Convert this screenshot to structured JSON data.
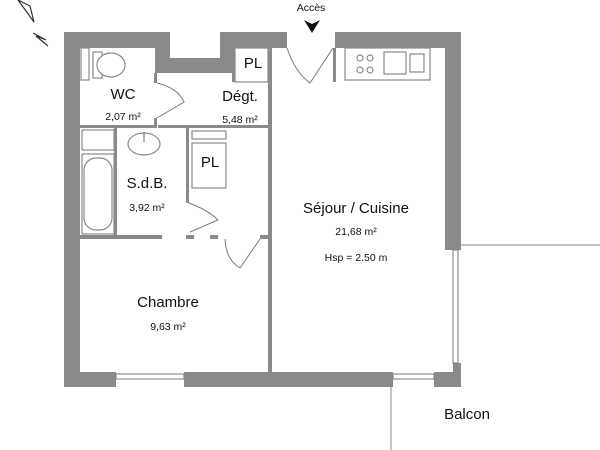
{
  "plan": {
    "access_label": "Accès",
    "north_label": "N",
    "rooms": [
      {
        "name": "WC",
        "area": "2,07 m²"
      },
      {
        "name": "Dégt.",
        "area": "5,48 m²"
      },
      {
        "name": "S.d.B.",
        "area": "3,92 m²"
      },
      {
        "name": "Chambre",
        "area": "9,63 m²"
      },
      {
        "name": "Séjour / Cuisine",
        "area": "21,68 m²",
        "ceiling_height": "Hsp = 2.50 m"
      }
    ],
    "closets": [
      "PL",
      "PL"
    ],
    "balcony_label": "Balcon",
    "wall_color": "#8a8a8a"
  }
}
